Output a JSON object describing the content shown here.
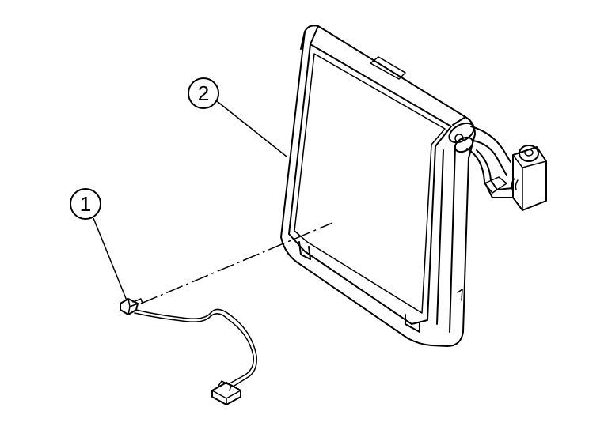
{
  "callouts": [
    {
      "label": "1"
    },
    {
      "label": "2"
    }
  ],
  "colors": {
    "line": "#000000",
    "background": "#ffffff"
  },
  "icons": {
    "part_1": "temperature-sensor-with-harness",
    "part_2": "evaporator-core"
  }
}
